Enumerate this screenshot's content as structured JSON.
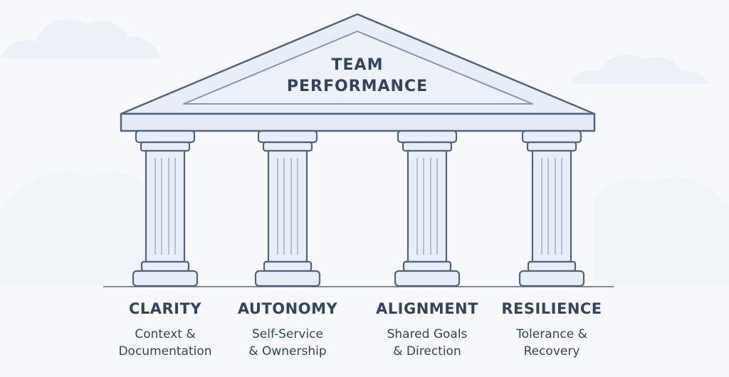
{
  "title_lines": [
    "TEAM",
    "PERFORMANCE"
  ],
  "colors": {
    "background": "#f6f8fb",
    "cloud": "#eaeff6",
    "stroke": "#53647e",
    "fill": "#e7edf6",
    "text": "#34445e"
  },
  "pillars": [
    {
      "title": "CLARITY",
      "sub_lines": [
        "Context &",
        "Documentation"
      ]
    },
    {
      "title": "AUTONOMY",
      "sub_lines": [
        "Self-Service",
        "& Ownership"
      ]
    },
    {
      "title": "ALIGNMENT",
      "sub_lines": [
        "Shared Goals",
        "& Direction"
      ]
    },
    {
      "title": "RESILIENCE",
      "sub_lines": [
        "Tolerance &",
        "Recovery"
      ]
    }
  ]
}
